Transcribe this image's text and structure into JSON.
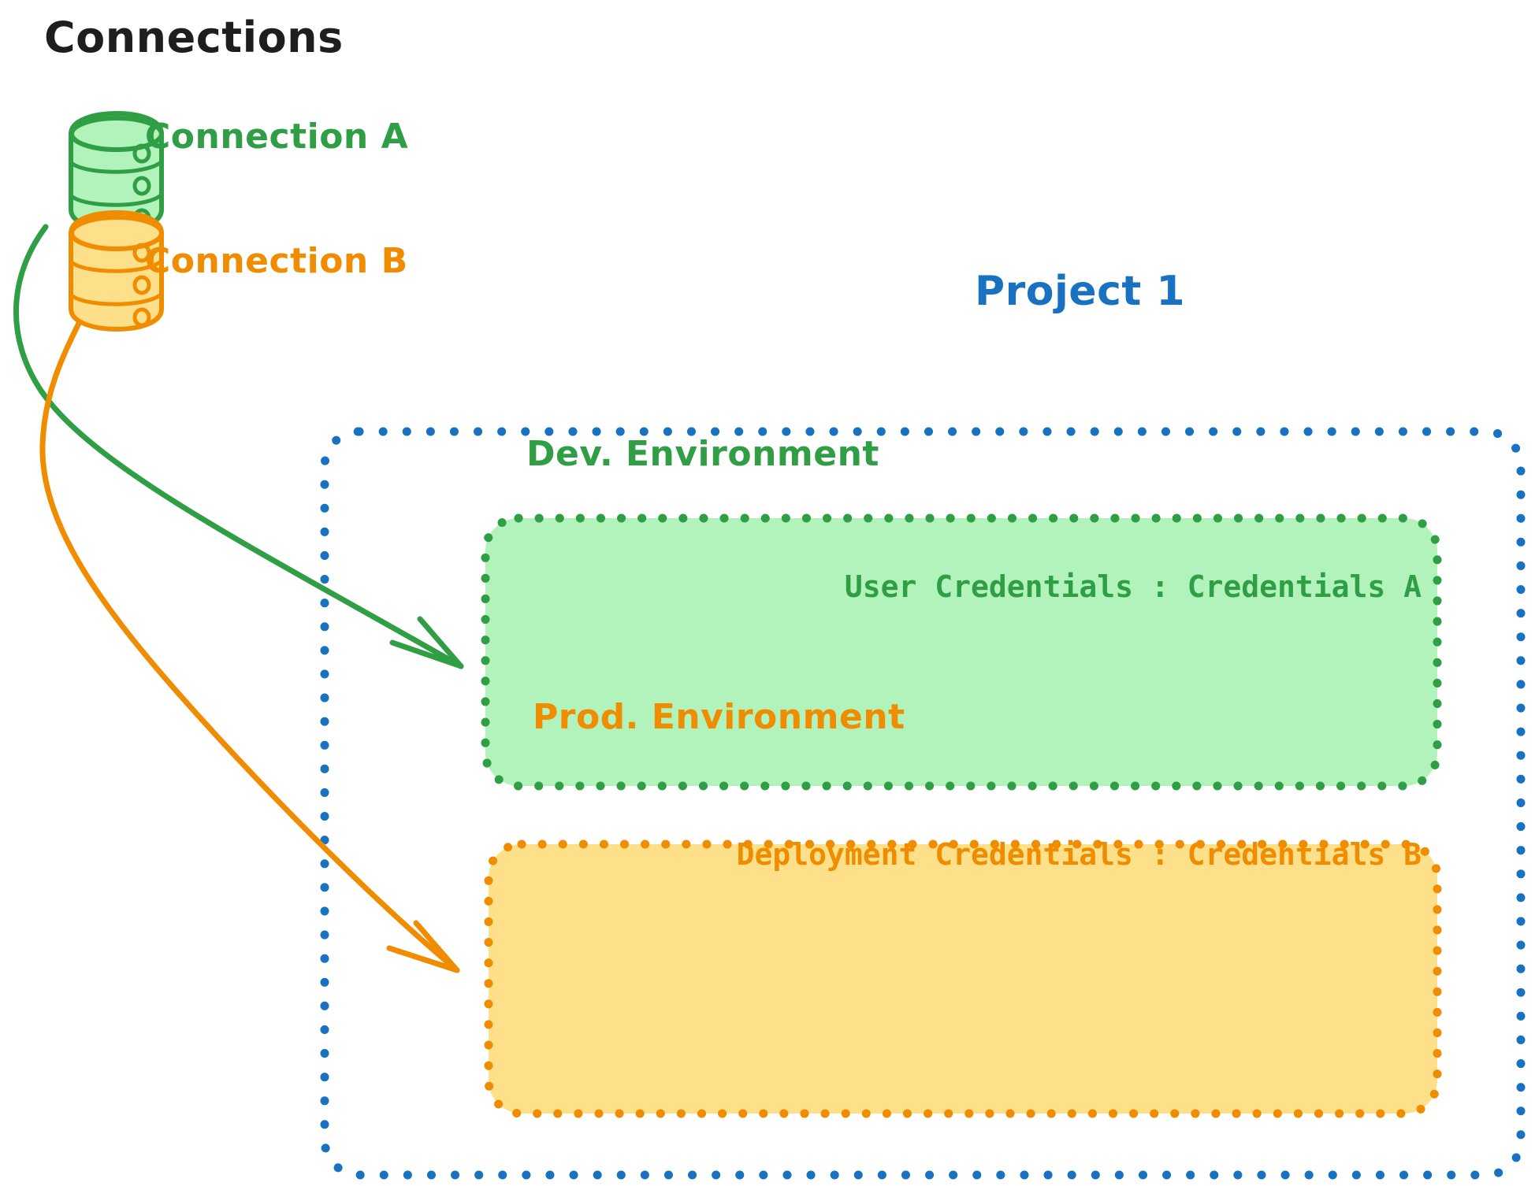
{
  "diagram": {
    "title": "Connections",
    "colors": {
      "black": "#1e1e1e",
      "green_stroke": "#2f9e44",
      "green_fill": "#b2f2bb",
      "orange_stroke": "#f08c00",
      "orange_fill": "#ffe08a",
      "blue_stroke": "#1971c2",
      "background": "#ffffff"
    },
    "connections": [
      {
        "id": "connection-a",
        "label": "Connection A",
        "icon": "database-cylinder-icon",
        "color": "#2f9e44",
        "target": "dev-environment"
      },
      {
        "id": "connection-b",
        "label": "Connection B",
        "icon": "database-cylinder-icon",
        "color": "#f08c00",
        "target": "prod-environment"
      }
    ],
    "project": {
      "label": "Project 1",
      "color": "#1971c2",
      "border_style": "dotted",
      "environments": [
        {
          "id": "dev-environment",
          "title": "Dev. Environment",
          "credentials_label": "User Credentials",
          "credentials_separator": ":",
          "credentials_value": "Credentials A",
          "credentials_line": "User Credentials : Credentials A",
          "stroke": "#2f9e44",
          "fill": "#b2f2bb",
          "border_style": "dotted"
        },
        {
          "id": "prod-environment",
          "title": "Prod. Environment",
          "credentials_label": "Deployment Credentials",
          "credentials_separator": ":",
          "credentials_value": "Credentials B",
          "credentials_line": "Deployment Credentials : Credentials B",
          "stroke": "#f08c00",
          "fill": "#ffe08a",
          "border_style": "dotted"
        }
      ]
    },
    "arrows": [
      {
        "id": "arrow-connection-a-to-dev",
        "color": "#2f9e44",
        "from": "connection-a",
        "to": "dev-environment"
      },
      {
        "id": "arrow-connection-b-to-prod",
        "color": "#f08c00",
        "from": "connection-b",
        "to": "prod-environment"
      }
    ]
  }
}
